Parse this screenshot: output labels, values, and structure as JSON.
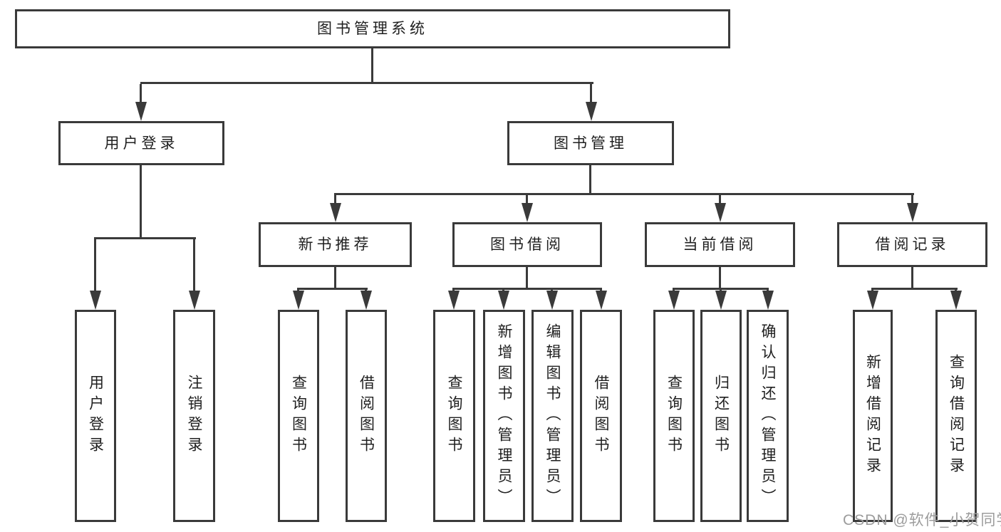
{
  "diagram": {
    "root": {
      "label": "图书管理系统"
    },
    "user_login": {
      "label": "用户登录",
      "children": {
        "login": "用户登录",
        "logout": "注销登录"
      }
    },
    "book_mgmt": {
      "label": "图书管理",
      "new_book_rec": {
        "label": "新书推荐",
        "children": {
          "query": "查询图书",
          "borrow": "借阅图书"
        }
      },
      "book_borrow": {
        "label": "图书借阅",
        "children": {
          "query": "查询图书",
          "add": "新增图书（管理员）",
          "edit": "编辑图书（管理员）",
          "borrow": "借阅图书"
        }
      },
      "current_borrow": {
        "label": "当前借阅",
        "children": {
          "query": "查询图书",
          "return": "归还图书",
          "confirm": "确认归还（管理员）"
        }
      },
      "borrow_records": {
        "label": "借阅记录",
        "children": {
          "add": "新增借阅记录",
          "query": "查询借阅记录"
        }
      }
    }
  },
  "watermark": "CSDN @软件_小贺同学",
  "colors": {
    "line": "#3a3a3a",
    "text": "#1f1f1f",
    "watermark": "#9c9c9c",
    "background": "#ffffff"
  }
}
